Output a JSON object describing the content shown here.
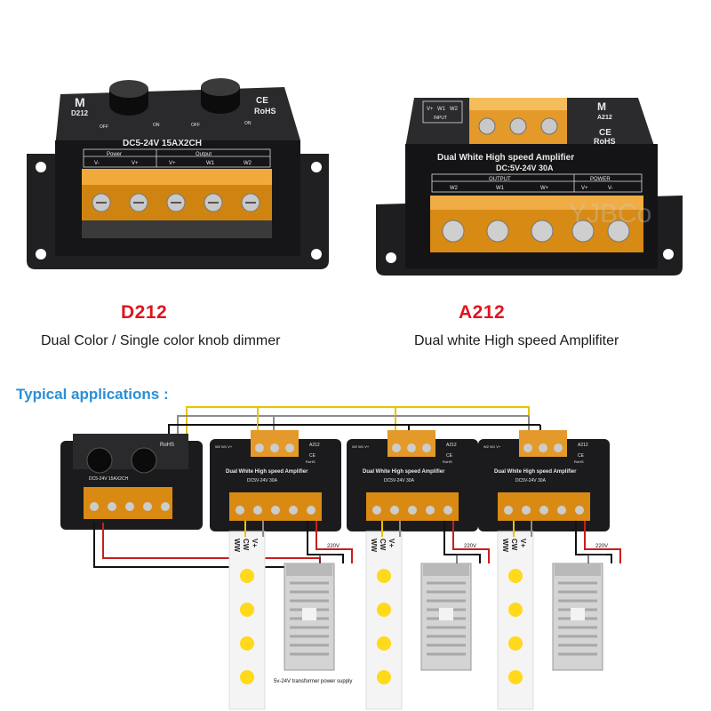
{
  "products": [
    {
      "model": "D212",
      "caption": "Dual Color / Single color knob dimmer",
      "brand_model": "D212",
      "rating": "DC5-24V  15AX2CH",
      "group_power": "Power",
      "group_output": "Output",
      "terminals": [
        "V-",
        "V+",
        "V+",
        "W1",
        "W2"
      ],
      "knob_off": "OFF",
      "knob_on": "ON",
      "cert_ce": "CE",
      "cert_rohs": "RoHS"
    },
    {
      "model": "A212",
      "caption": "Dual white High speed Amplifiter",
      "brand_model": "A212",
      "title": "Dual White High speed Amplifier",
      "rating": "DC:5V-24V 30A",
      "input_label": "INPUT",
      "input_terminals": [
        "V+",
        "W1",
        "W2"
      ],
      "group_output": "OUTPUT",
      "group_power": "POWER",
      "terminals": [
        "W2",
        "W1",
        "W+",
        "V+",
        "V-"
      ],
      "cert_ce": "CE",
      "cert_rohs": "RoHS"
    }
  ],
  "watermark": "YJBCo",
  "section_title": "Typical applications :",
  "diagram": {
    "small_dimmer": {
      "rating": "DC5-24V  15AX2CH",
      "rohs": "RoHS"
    },
    "amp_title": "Dual White High speed Amplifier",
    "amp_rating": "DC5V-24V  30A",
    "amp_model": "A212",
    "amp_ce": "CE",
    "amp_rohs": "RoHS",
    "input_small": [
      "W2",
      "W1",
      "V+"
    ],
    "strip_labels": [
      "WW",
      "CW",
      "V+"
    ],
    "mains": "220V",
    "psu_caption": "5v-24V transformer power supply",
    "wire_colors": {
      "yellow": "#e8c300",
      "gray": "#8c8c8c",
      "black": "#111111",
      "red": "#c81e1e"
    }
  }
}
